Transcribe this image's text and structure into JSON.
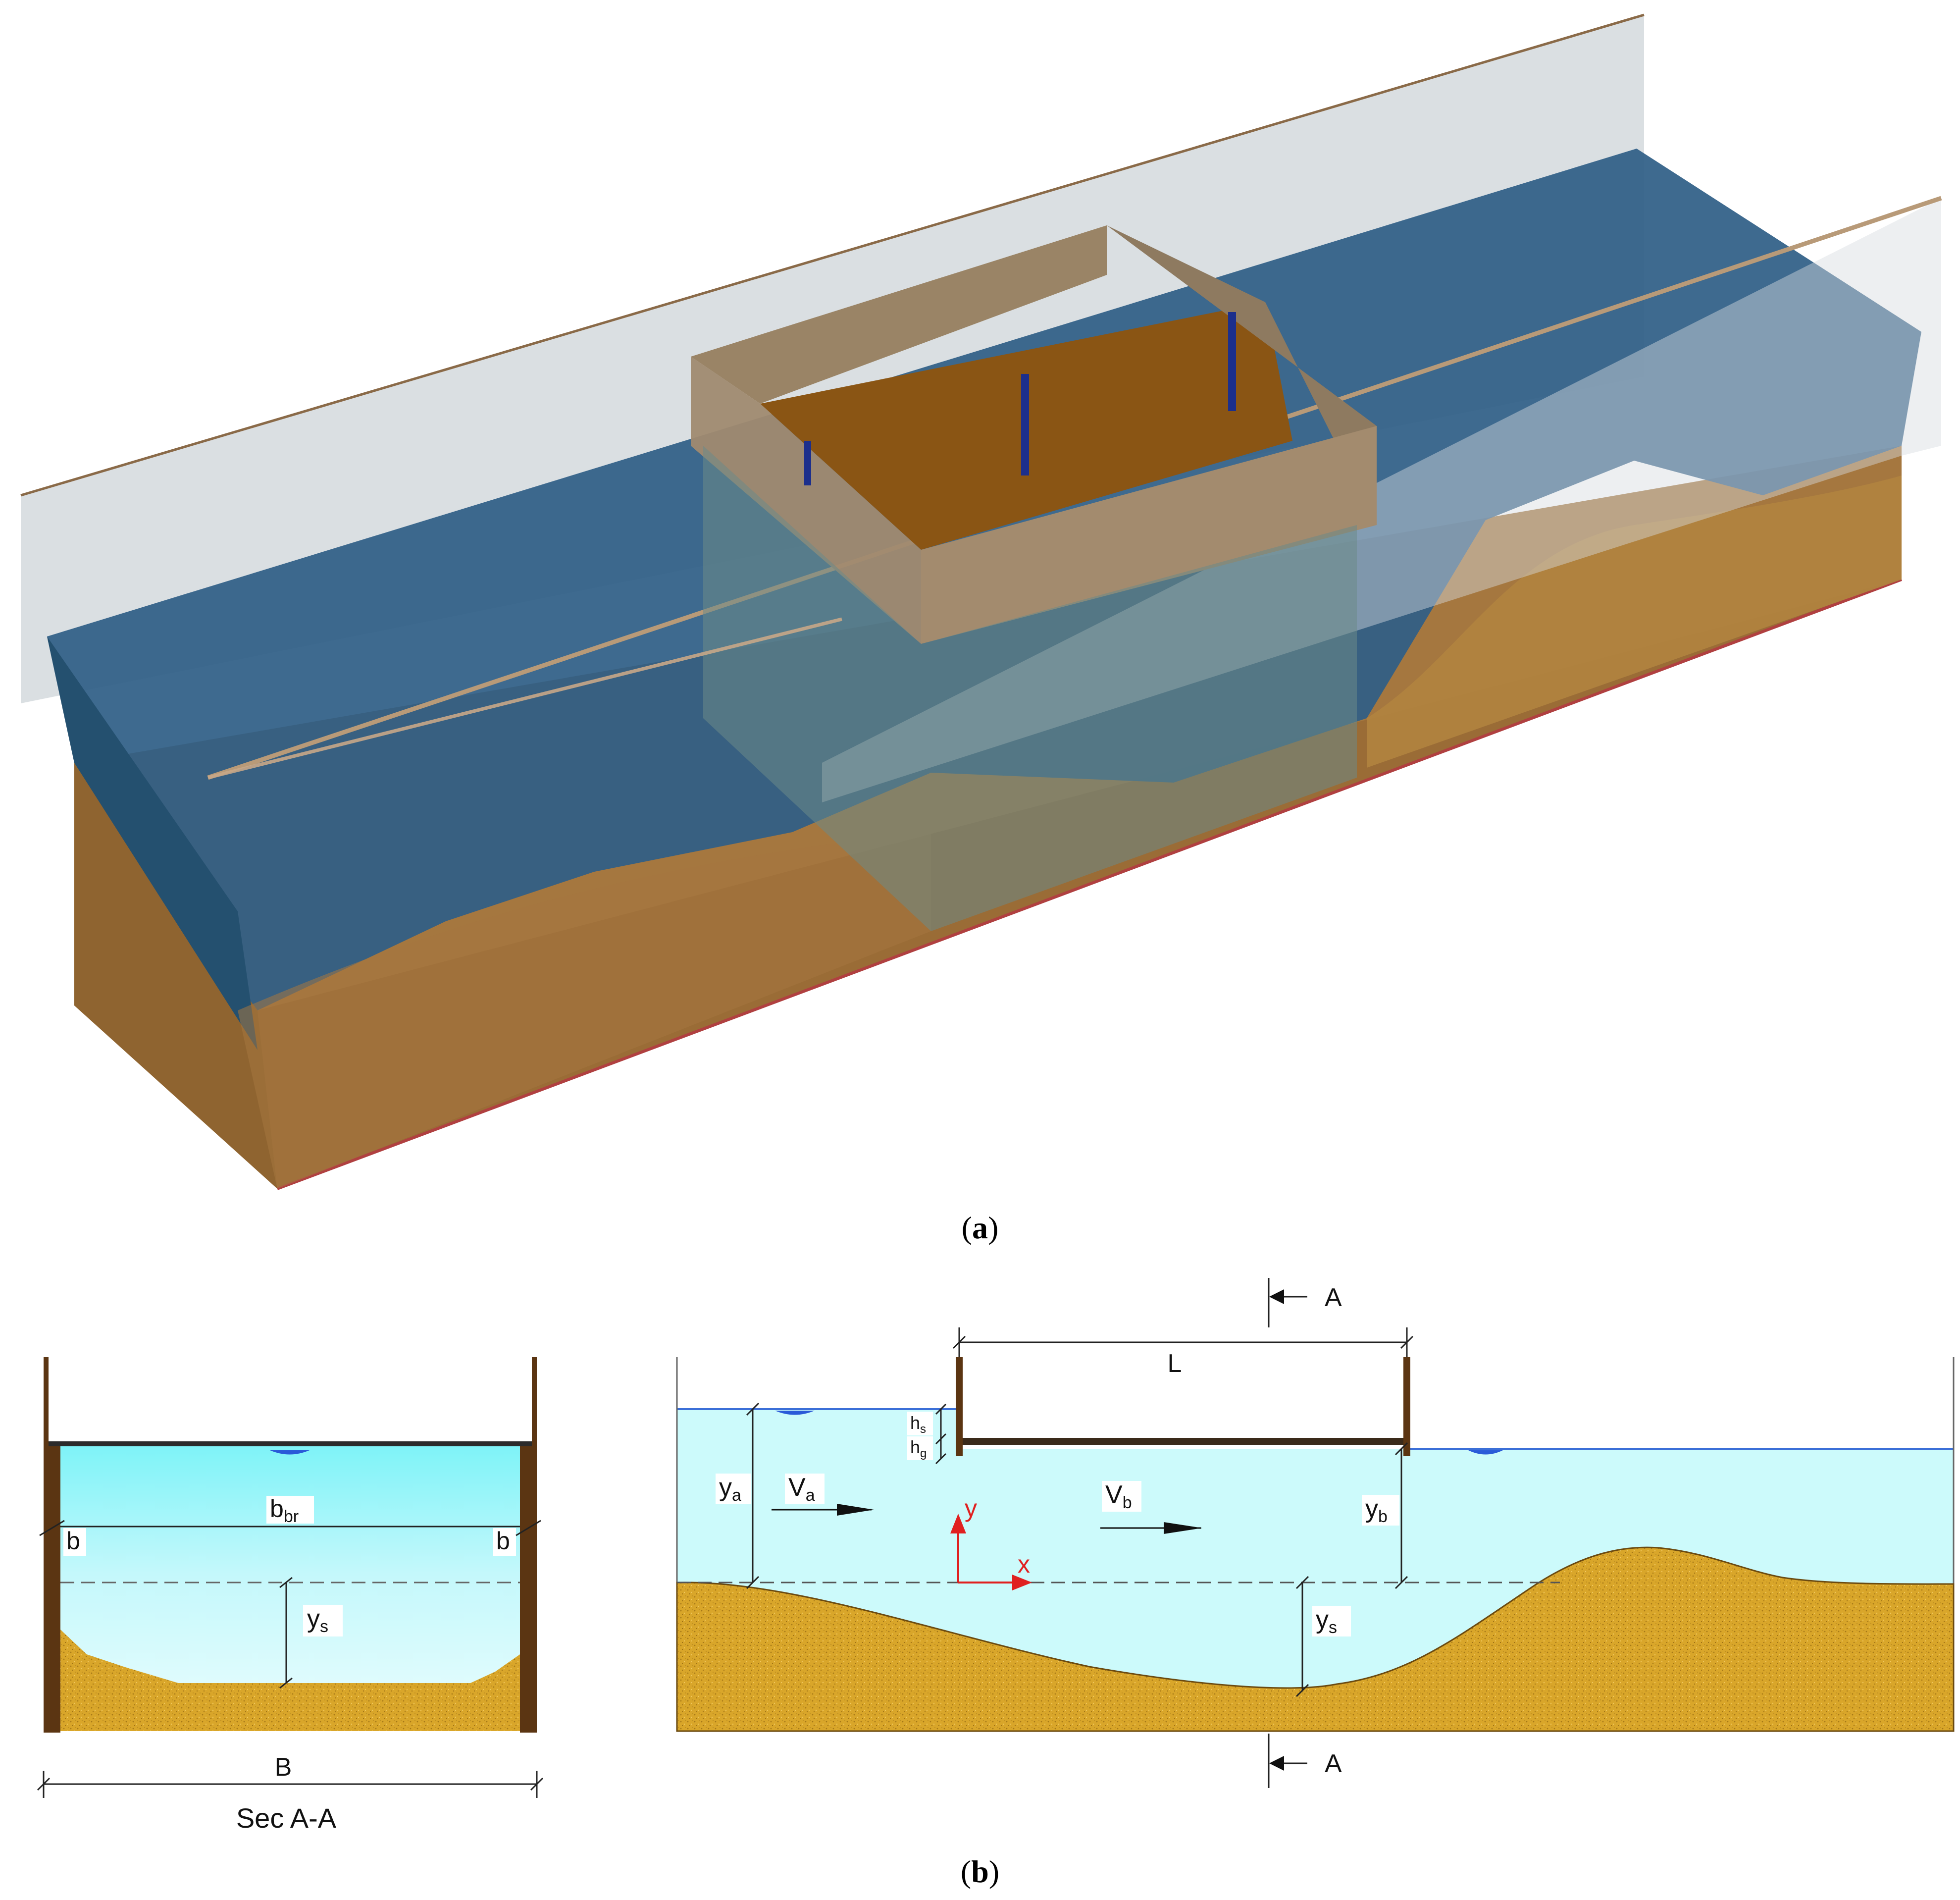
{
  "panel_a": {
    "caption_letter": "a",
    "colors": {
      "water": "#2f5f86",
      "soil": "#a5773f",
      "bridge_deck": "#8a5514",
      "bridge_walls": "#a08a70",
      "glass_wall": "#d6dbdf",
      "piles": "#1c2f8c"
    }
  },
  "panel_b": {
    "caption_letter": "b",
    "section": {
      "label_bbr": "b",
      "label_bbr_sub": "br",
      "label_b_left": "b",
      "label_b_right": "b",
      "label_ys": "y",
      "label_ys_sub": "s",
      "label_B": "B",
      "title": "Sec  A-A"
    },
    "profile": {
      "label_L": "L",
      "label_A_top": "A",
      "label_A_bottom": "A",
      "label_ya": "y",
      "label_ya_sub": "a",
      "label_Va": "V",
      "label_Va_sub": "a",
      "label_hs": "h",
      "label_hs_sub": "s",
      "label_hg": "h",
      "label_hg_sub": "g",
      "label_axis_y": "y",
      "label_axis_x": "x",
      "label_Vb": "V",
      "label_Vb_sub": "b",
      "label_yb": "y",
      "label_yb_sub": "b",
      "label_ys": "y",
      "label_ys_sub": "s"
    },
    "colors": {
      "water_top": "#7ef3f8",
      "water_light": "#d6fbfc",
      "soil": "#d9a62a",
      "wall": "#5b3512",
      "axis": "#e02020"
    }
  }
}
